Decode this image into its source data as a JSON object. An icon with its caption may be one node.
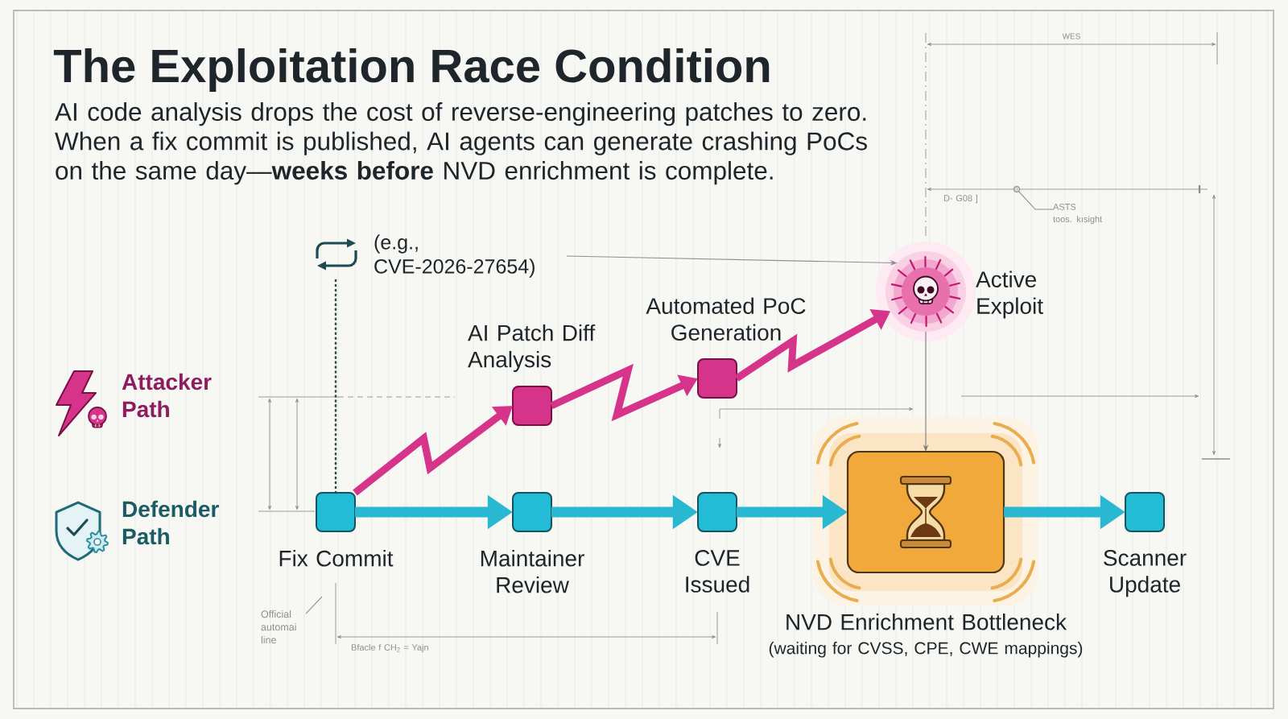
{
  "diagram": {
    "title": "The Exploitation Race Condition",
    "nodes": [
      {
        "text": [
          "Fix Commit"
        ]
      },
      {
        "text": [
          "AI Patch Diff Analysis"
        ]
      },
      {
        "text": [
          "Automated PoC Generation"
        ]
      },
      {
        "text": [
          "Active Exploit"
        ]
      },
      {
        "text": [
          "Maintainer Review"
        ]
      },
      {
        "text": [
          "CVE Issued"
        ]
      },
      {
        "text": [
          "NVD Enrichment Bottleneck",
          "(waiting for CVSS, CPE, CWE mappings)"
        ]
      },
      {
        "text": [
          "Scanner Update"
        ]
      },
      {
        "text": [
          "(e.g., CVE-2026-27654)"
        ]
      },
      {
        "text": [
          "ASTS",
          "toos. kısight"
        ]
      },
      {
        "text": [
          "Official automai line"
        ]
      },
      {
        "text": [],
        "shape": "circle"
      }
    ],
    "edges": [
      {
        "from": 0,
        "to": 1,
        "arrow": "to",
        "color": "#d6338a"
      },
      {
        "from": 1,
        "to": 2,
        "arrow": "to",
        "color": "#d6338a"
      },
      {
        "from": 2,
        "to": 3,
        "arrow": "to",
        "color": "#d6338a"
      },
      {
        "from": 0,
        "to": 4,
        "arrow": "to",
        "color": "#29b8d2"
      },
      {
        "from": 4,
        "to": 5,
        "arrow": "to",
        "color": "#29b8d2"
      },
      {
        "from": 5,
        "to": 6,
        "arrow": "to",
        "color": "#29b8d2"
      },
      {
        "from": 6,
        "to": 7,
        "arrow": "to",
        "color": "#29b8d2"
      },
      {
        "from": 8,
        "to": 3,
        "arrow": "to",
        "color": "#8e8e8e"
      },
      {
        "from": 8,
        "to": 0,
        "arrow": "none",
        "style": "dashed",
        "color": "#34494e"
      },
      {
        "from": 3,
        "to": 6,
        "arrow": "to",
        "color": "#7a7a7a"
      },
      {
        "from": 9,
        "to": 11,
        "arrow": "none",
        "color": "#8e8e8e"
      },
      {
        "from": 10,
        "to": null,
        "arrow": "none",
        "color": "#8e8e8e"
      }
    ],
    "labels": [
      "AI code analysis drops the cost of reverse-engineering patches to zero. When a fix commit is published, AI agents can generate crashing PoCs on the same day—**weeks before** NVD enrichment is complete.",
      "WES",
      "D- G08 ]",
      "Bfacle f CH$_{2}$ = Yajn"
    ],
    "legend": [
      {
        "text": "Attacker Path"
      },
      {
        "text": "Defender Path"
      }
    ]
  }
}
